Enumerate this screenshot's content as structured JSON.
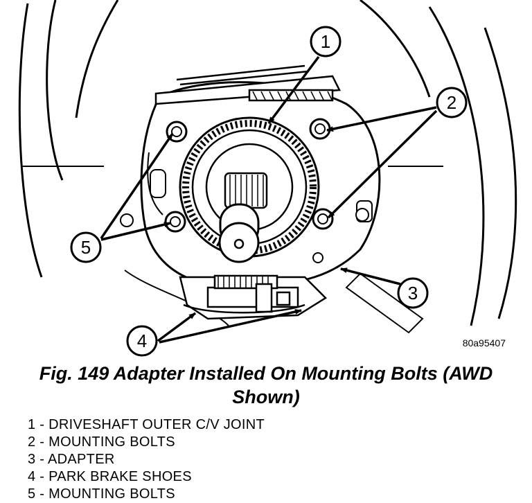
{
  "figure": {
    "callouts": [
      "1",
      "2",
      "3",
      "4",
      "5"
    ],
    "image_code": "80a95407"
  },
  "caption": {
    "line1": "Fig. 149 Adapter Installed On Mounting Bolts (AWD",
    "line2": "Shown)"
  },
  "legend": [
    {
      "num": "1",
      "text": "- DRIVESHAFT OUTER C/V JOINT"
    },
    {
      "num": "2",
      "text": "- MOUNTING BOLTS"
    },
    {
      "num": "3",
      "text": "- ADAPTER"
    },
    {
      "num": "4",
      "text": "- PARK BRAKE SHOES"
    },
    {
      "num": "5",
      "text": "- MOUNTING BOLTS"
    }
  ]
}
